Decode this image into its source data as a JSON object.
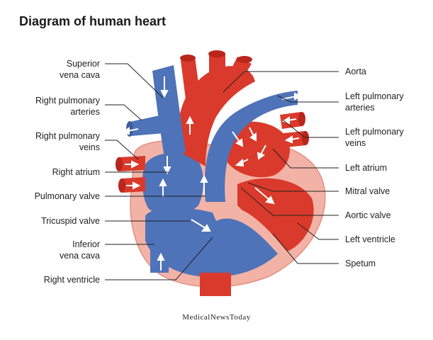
{
  "title": "Diagram of human heart",
  "labels_left": [
    {
      "id": "superior-vena-cava",
      "lines": [
        "Superior",
        "vena cava"
      ]
    },
    {
      "id": "right-pulmonary-arteries",
      "lines": [
        "Right pulmonary",
        "arteries"
      ]
    },
    {
      "id": "right-pulmonary-veins",
      "lines": [
        "Right pulmonary",
        "veins"
      ]
    },
    {
      "id": "right-atrium",
      "lines": [
        "Right atrium"
      ]
    },
    {
      "id": "pulmonary-valve",
      "lines": [
        "Pulmonary valve"
      ]
    },
    {
      "id": "tricuspid-valve",
      "lines": [
        "Tricuspid valve"
      ]
    },
    {
      "id": "inferior-vena-cava",
      "lines": [
        "Inferior",
        "vena cava"
      ]
    },
    {
      "id": "right-ventricle",
      "lines": [
        "Right ventricle"
      ]
    }
  ],
  "labels_right": [
    {
      "id": "aorta",
      "lines": [
        "Aorta"
      ]
    },
    {
      "id": "left-pulmonary-arteries",
      "lines": [
        "Left pulmonary",
        "arteries"
      ]
    },
    {
      "id": "left-pulmonary-veins",
      "lines": [
        "Left pulmonary",
        "veins"
      ]
    },
    {
      "id": "left-atrium",
      "lines": [
        "Left atrium"
      ]
    },
    {
      "id": "mitral-valve",
      "lines": [
        "Mitral valve"
      ]
    },
    {
      "id": "aortic-valve",
      "lines": [
        "Aortic valve"
      ]
    },
    {
      "id": "left-ventricle",
      "lines": [
        "Left ventricle"
      ]
    },
    {
      "id": "spetum",
      "lines": [
        "Spetum"
      ]
    }
  ],
  "logo": "MedicalNewsToday",
  "colors": {
    "oxygenated": "#d93a2b",
    "oxygenated_dark": "#b8261c",
    "deoxygenated": "#4f73b8",
    "deoxygenated_dark": "#3d5c9e",
    "wall": "#f2b3a6",
    "wall_outline": "#e58f80",
    "arrow": "#ffffff",
    "leader": "#222222"
  }
}
